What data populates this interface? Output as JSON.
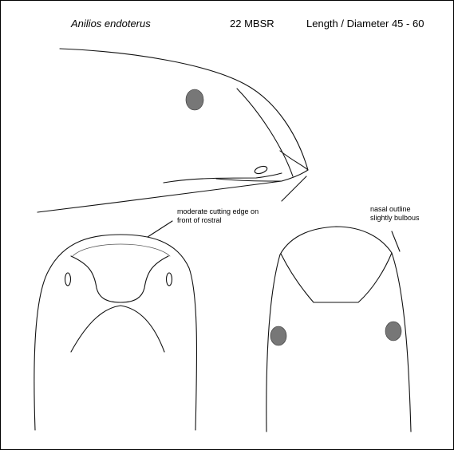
{
  "header": {
    "species": "Anilios endoterus",
    "scale_rows": "22 MBSR",
    "length_diameter": "Length / Diameter  45 - 60"
  },
  "annotations": {
    "cutting_edge": [
      "moderate cutting edge on",
      "front of rostral"
    ],
    "nasal_outline": [
      "nasal outline",
      "slightly bulbous"
    ]
  }
}
